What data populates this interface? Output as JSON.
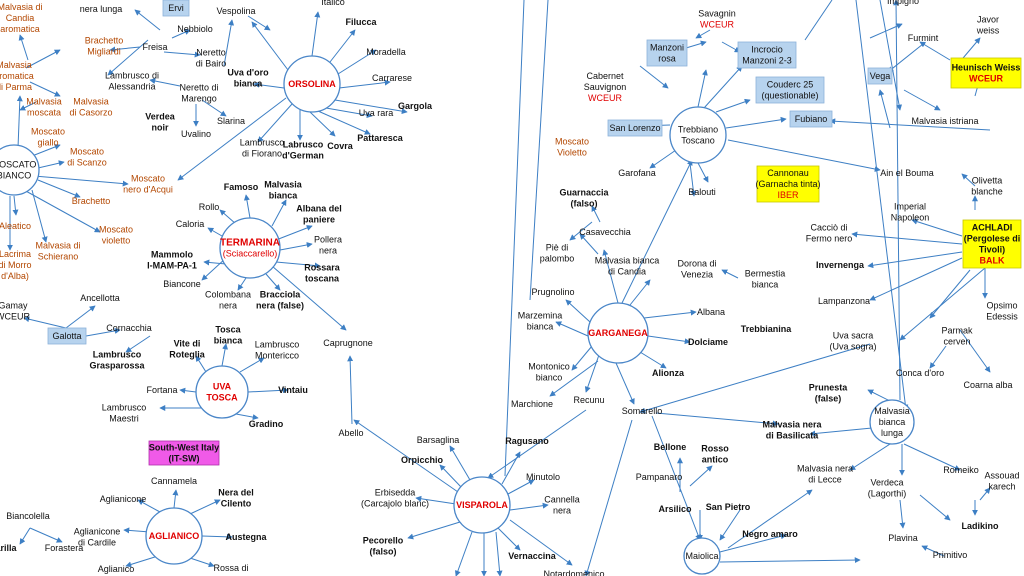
{
  "diagram": {
    "hubs": {
      "orsolina": [
        "ORSOLINA"
      ],
      "termarina": [
        "TERMARINA",
        "(Sciaccarello)"
      ],
      "uva_tosca": [
        "UVA",
        "TOSCA"
      ],
      "aglianico": [
        "AGLIANICO"
      ],
      "trebbiano": [
        "Trebbiano",
        "Toscano"
      ],
      "garganega": [
        "GARGANEGA"
      ],
      "visparola": [
        "VISPAROLA"
      ],
      "moscato_bianco": [
        "MOSCATO",
        "BIANCO"
      ],
      "malvasia_bianca_lunga": [
        "Malvasia",
        "bianca",
        "lunga"
      ],
      "maiolica": [
        "Maiolica"
      ]
    },
    "boxes": {
      "ervi": [
        "Ervi"
      ],
      "galotta": [
        "Galotta"
      ],
      "south_west_italy": [
        "South-West Italy",
        "(IT-SW)"
      ],
      "manzoni_rosa": [
        "Manzoni",
        "rosa"
      ],
      "incrocio_manzoni": [
        "Incrocio",
        "Manzoni 2-3"
      ],
      "couderc": [
        "Couderc 25",
        "(questionable)"
      ],
      "san_lorenzo": [
        "San Lorenzo"
      ],
      "fubiano": [
        "Fubiano"
      ],
      "cannonau": [
        "Cannonau",
        "(Garnacha tinta)",
        "IBER"
      ],
      "vega": [
        "Vega"
      ],
      "heunisch": [
        "Heunisch Weiss",
        "WCEUR"
      ],
      "achladi": [
        "ACHLADI",
        "(Pergolese di",
        "Tivoli)",
        "BALK"
      ]
    },
    "labels": {
      "malvasia_candia": [
        "Malvasia di",
        "Candia",
        "aromatica"
      ],
      "malvasia_parma": [
        "Malvasia",
        "aromatica",
        "di Parma"
      ],
      "malvasia_moscata": [
        "Malvasia",
        "moscata"
      ],
      "malvasia_casorzo": [
        "Malvasia",
        "di Casorzo"
      ],
      "brachetto_migliardi": [
        "Brachetto",
        "Migliardi"
      ],
      "nera_lunga": [
        "nera lunga"
      ],
      "freisa": [
        "Freisa"
      ],
      "nebbiolo": [
        "Nebbiolo"
      ],
      "vespolina": [
        "Vespolina"
      ],
      "neretto_bairo": [
        "Neretto",
        "di Bairo"
      ],
      "lambrusco_alessandria": [
        "Lambrusco di",
        "Alessandria"
      ],
      "neretto_marengo": [
        "Neretto di",
        "Marengo"
      ],
      "uva_doro": [
        "Uva d'oro",
        "bianca"
      ],
      "verdea": [
        "Verdea",
        "noir"
      ],
      "slarina": [
        "Slarina"
      ],
      "uvalino": [
        "Uvalino"
      ],
      "lambrusco_fiorano": [
        "Lambrusco",
        "di Fiorano"
      ],
      "lambrusco_dgerman": [
        "Labrusco",
        "d'German"
      ],
      "covra": [
        "Covra"
      ],
      "pattaresca": [
        "Pattaresca"
      ],
      "gargola": [
        "Gargola"
      ],
      "uva_rara": [
        "Uva rara"
      ],
      "carrarese": [
        "Carrarese"
      ],
      "moradella": [
        "Moradella"
      ],
      "filucca": [
        "Filucca"
      ],
      "italico": [
        "Italico"
      ],
      "moscato_giallo": [
        "Moscato",
        "giallo"
      ],
      "moscato_scanzo": [
        "Moscato",
        "di Scanzo"
      ],
      "moscato_nero_acqui": [
        "Moscato",
        "nero d'Acqui"
      ],
      "brachetto": [
        "Brachetto"
      ],
      "aleatico": [
        "Aleatico"
      ],
      "lacrima": [
        "Lacrima",
        "di Morro",
        "d'Alba)"
      ],
      "malvasia_schierano": [
        "Malvasia di",
        "Schierano"
      ],
      "moscato_violetto": [
        "Moscato",
        "violetto"
      ],
      "famoso": [
        "Famoso"
      ],
      "rollo": [
        "Rollo"
      ],
      "caloria": [
        "Caloria"
      ],
      "malvasia_bianca": [
        "Malvasia",
        "bianca"
      ],
      "albana_paniere": [
        "Albana del",
        "paniere"
      ],
      "pollera": [
        "Pollera",
        "nera"
      ],
      "mammolo": [
        "Mammolo",
        "I-MAM-PA-1"
      ],
      "biancone": [
        "Biancone"
      ],
      "colombana": [
        "Colombana",
        "nera"
      ],
      "bracciola": [
        "Bracciola",
        "nera (false)"
      ],
      "rossara": [
        "Rossara",
        "toscana"
      ],
      "caprugnone": [
        "Caprugnone"
      ],
      "gamay": [
        "Gamay",
        "WCEUR"
      ],
      "ancellotta": [
        "Ancellotta"
      ],
      "cornacchia": [
        "Cornacchia"
      ],
      "lambrusco_grasparossa": [
        "Lambrusco",
        "Grasparossa"
      ],
      "vite_roteglia": [
        "Vite di",
        "Roteglia"
      ],
      "tosca_bianca": [
        "Tosca",
        "bianca"
      ],
      "lambrusco_montericco": [
        "Lambrusco",
        "Montericco"
      ],
      "fortana": [
        "Fortana"
      ],
      "vintaiu": [
        "Vintaiu"
      ],
      "lambrusco_maestri": [
        "Lambrusco",
        "Maestri"
      ],
      "gradino": [
        "Gradino"
      ],
      "cannamela": [
        "Cannamela"
      ],
      "aglianicone": [
        "Aglianicone"
      ],
      "nera_cilento": [
        "Nera del",
        "Cilento"
      ],
      "aglianicone_cardile": [
        "Aglianicone",
        "di Cardile"
      ],
      "austegna": [
        "Austegna"
      ],
      "aglianico_small": [
        "Aglianico"
      ],
      "rossa_di": [
        "Rossa di"
      ],
      "biancolella": [
        "Biancolella"
      ],
      "arilla": [
        "arilla"
      ],
      "forastera": [
        "Forastera"
      ],
      "abello": [
        "Abello"
      ],
      "barsaglina": [
        "Barsaglina"
      ],
      "orpicchio": [
        "Orpicchio"
      ],
      "erbisedda": [
        "Erbisedda",
        "(Carcajolo blanc)"
      ],
      "pecorello": [
        "Pecorello",
        "(falso)"
      ],
      "ragusano": [
        "Ragusano"
      ],
      "minutolo": [
        "Minutolo"
      ],
      "cannella_nera": [
        "Cannella",
        "nera"
      ],
      "vernaccina": [
        "Vernaccina"
      ],
      "notardomenico": [
        "Notardomenico"
      ],
      "savagnin": [
        "Savagnin",
        "WCEUR"
      ],
      "cabernet": [
        "Cabernet",
        "Sauvignon",
        "WCEUR"
      ],
      "moscato_violetto_r": [
        "Moscato",
        "Violetto"
      ],
      "garofana": [
        "Garofana"
      ],
      "balouti": [
        "Balouti"
      ],
      "guarnaccia": [
        "Guarnaccia",
        "(falso)"
      ],
      "casavecchia": [
        "Casavecchia"
      ],
      "pie_palombo": [
        "Piè di",
        "palombo"
      ],
      "malvasia_bianca_candia": [
        "Malvasia bianca",
        "di Candia"
      ],
      "dorona": [
        "Dorona di",
        "Venezia"
      ],
      "bermestia": [
        "Bermestia",
        "bianca"
      ],
      "prugnolino": [
        "Prugnolino"
      ],
      "marzemina": [
        "Marzemina",
        "bianca"
      ],
      "albana": [
        "Albana"
      ],
      "trebbianina": [
        "Trebbianina"
      ],
      "dolciame": [
        "Dolciame"
      ],
      "montonico": [
        "Montonico",
        "bianco"
      ],
      "marchione": [
        "Marchione"
      ],
      "recunu": [
        "Recunu"
      ],
      "alionza": [
        "Alionza"
      ],
      "somarello": [
        "Somarello"
      ],
      "malvasia_nera_basilicata": [
        "Malvasia nera",
        "di Basilicata"
      ],
      "bellone": [
        "Bellone"
      ],
      "rosso_antico": [
        "Rosso",
        "antico"
      ],
      "pampanaro": [
        "Pampanaro"
      ],
      "arsilico": [
        "Arsilico"
      ],
      "san_pietro": [
        "San Pietro"
      ],
      "negro_amaro": [
        "Negro amaro"
      ],
      "uva_sacra": [
        "Uva sacra",
        "(Uva sogra)"
      ],
      "impigno": [
        "Impigno"
      ],
      "javor": [
        "Javor",
        "weiss"
      ],
      "furmint": [
        "Furmint"
      ],
      "malvasia_istriana": [
        "Malvasia istriana"
      ],
      "ain_bouma": [
        "Ain el Bouma"
      ],
      "olivetta": [
        "Olivetta",
        "blanche"
      ],
      "imperial": [
        "Imperial",
        "Napoleon"
      ],
      "caccio": [
        "Cacciò di",
        "Fermo nero"
      ],
      "invernenga": [
        "Invernenga"
      ],
      "lampanzona": [
        "Lampanzona"
      ],
      "opsimo": [
        "Opsimo",
        "Edessis"
      ],
      "parmak": [
        "Parmak",
        "cerven"
      ],
      "conca_doro": [
        "Conca d'oro"
      ],
      "coarna_alba": [
        "Coarna alba"
      ],
      "prunesta": [
        "Prunesta",
        "(false)"
      ],
      "malvasia_nera_lecce": [
        "Malvasia nera",
        "di Lecce"
      ],
      "verdeca": [
        "Verdeca",
        "(Lagorthi)"
      ],
      "romeiko": [
        "Romeiko"
      ],
      "assouad": [
        "Assouad",
        "karech"
      ],
      "ladikino": [
        "Ladikino"
      ],
      "plavina": [
        "Plavina"
      ],
      "primitivo": [
        "Primitivo"
      ]
    }
  },
  "colors": {
    "line": "#3d7fc4",
    "black_text": "#111111",
    "brown_text": "#b34700",
    "red_text": "#e00000",
    "blue_box": "#b7d3ee",
    "yellow_box": "#ffff00",
    "magenta_box": "#f05ae8"
  }
}
